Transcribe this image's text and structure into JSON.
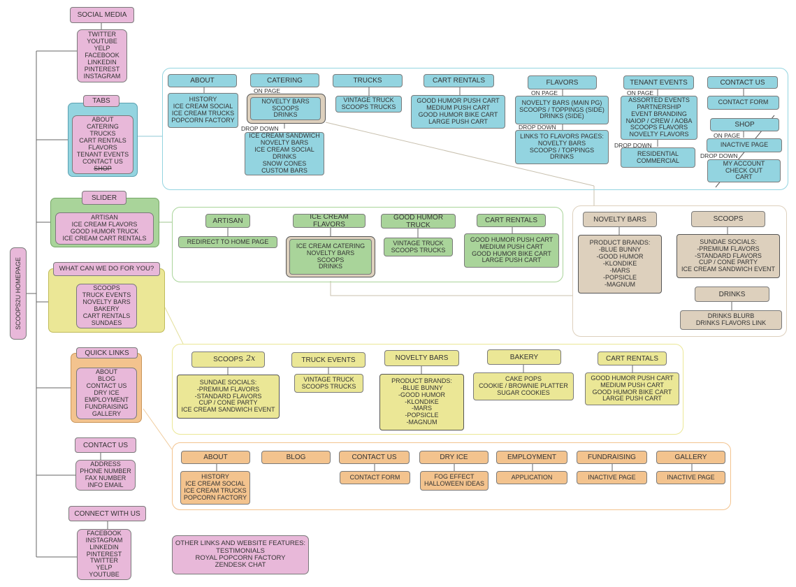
{
  "root": {
    "title": "SCOOPS2U HOMEPAGE"
  },
  "labels": {
    "on_page": "ON PAGE",
    "drop_down": "DROP DOWN"
  },
  "left": {
    "social_media": {
      "title": "SOCIAL MEDIA",
      "items": "TWITTER\nYOUTUBE\nYELP\nFACEBOOK\nLINKEDIN\nPINTEREST\nINSTAGRAM"
    },
    "tabs": {
      "title": "TABS",
      "items": [
        "ABOUT",
        "CATERING",
        "TRUCKS",
        "CART RENTALS",
        "FLAVORS",
        "TENANT EVENTS",
        "CONTACT US",
        "SHOP"
      ]
    },
    "slider": {
      "title": "SLIDER",
      "items": "ARTISAN\nICE CREAM FLAVORS\nGOOD HUMOR TRUCK\nICE CREAM CART RENTALS"
    },
    "what_can_we_do": {
      "title": "WHAT CAN WE DO FOR YOU?",
      "items": "SCOOPS\nTRUCK EVENTS\nNOVELTY BARS\nBAKERY\nCART RENTALS\nSUNDAES"
    },
    "quick_links": {
      "title": "QUICK LINKS",
      "items": "ABOUT\nBLOG\nCONTACT US\nDRY ICE\nEMPLOYMENT\nFUNDRAISING\nGALLERY"
    },
    "contact_us": {
      "title": "CONTACT US",
      "items": "ADDRESS\nPHONE NUMBER\nFAX NUMBER\nINFO EMAIL"
    },
    "connect_with_us": {
      "title": "CONNECT WITH US",
      "items": "FACEBOOK\nINSTAGRAM\nLINKEDIN\nPINTEREST\nTWITTER\nYELP\nYOUTUBE"
    }
  },
  "tabs_section": {
    "about": {
      "title": "ABOUT",
      "items": "HISTORY\nICE CREAM SOCIAL\nICE CREAM TRUCKS\nPOPCORN FACTORY"
    },
    "catering": {
      "title": "CATERING",
      "on_page": "NOVELTY BARS\nSCOOPS\nDRINKS",
      "drop_down": "ICE CREAM SANDWICH\nNOVELTY BARS\nICE CREAM SOCIAL\nDRINKS\nSNOW CONES\nCUSTOM BARS"
    },
    "trucks": {
      "title": "TRUCKS",
      "items": "VINTAGE TRUCK\nSCOOPS TRUCKS"
    },
    "cart_rentals": {
      "title": "CART RENTALS",
      "items": "GOOD HUMOR PUSH CART\nMEDIUM PUSH CART\nGOOD HUMOR BIKE CART\nLARGE PUSH CART"
    },
    "flavors": {
      "title": "FLAVORS",
      "on_page": "NOVELTY BARS (MAIN PG)\nSCOOPS / TOPPINGS (SIDE)\nDRINKS (SIDE)",
      "drop_down": "LINKS TO FLAVORS PAGES:\nNOVELTY BARS\nSCOOPS / TOPPINGS\nDRINKS"
    },
    "tenant_events": {
      "title": "TENANT EVENTS",
      "on_page": "ASSORTED EVENTS\nPARTNERSHIP\nEVENT BRANDING\nNAIOP / CREW / AOBA\nSCOOPS FLAVORS\nNOVELTY FLAVORS",
      "drop_down": "RESIDENTIAL\nCOMMERCIAL"
    },
    "contact_us": {
      "title": "CONTACT US",
      "items": "CONTACT FORM"
    },
    "shop": {
      "title": "SHOP",
      "on_page": "INACTIVE PAGE",
      "drop_down": "MY ACCOUNT\nCHECK OUT\nCART"
    }
  },
  "slider_section": {
    "artisan": {
      "title": "ARTISAN",
      "items": "REDIRECT TO HOME PAGE"
    },
    "ice_cream_flavors": {
      "title": "ICE CREAM FLAVORS",
      "items": "ICE CREAM CATERING\nNOVELTY BARS\nSCOOPS\nDRINKS"
    },
    "good_humor_truck": {
      "title": "GOOD HUMOR TRUCK",
      "items": "VINTAGE TRUCK\nSCOOPS TRUCKS"
    },
    "cart_rentals": {
      "title": "CART RENTALS",
      "items": "GOOD HUMOR PUSH CART\nMEDIUM PUSH CART\nGOOD HUMOR BIKE CART\nLARGE PUSH CART"
    }
  },
  "flavors_section": {
    "novelty_bars": {
      "title": "NOVELTY BARS",
      "items": "PRODUCT BRANDS:\n-BLUE BUNNY\n-GOOD HUMOR\n-KLONDIKE\n-MARS\n-POPSICLE\n-MAGNUM"
    },
    "scoops": {
      "title": "SCOOPS",
      "items": "SUNDAE SOCIALS:\n-PREMIUM FLAVORS\n-STANDARD FLAVORS\nCUP / CONE PARTY\nICE CREAM SANDWICH EVENT"
    },
    "drinks": {
      "title": "DRINKS",
      "items": "DRINKS BLURB\nDRINKS FLAVORS LINK"
    }
  },
  "what_section": {
    "scoops": {
      "title": "SCOOPS",
      "note": "2x",
      "items": "SUNDAE SOCIALS:\n-PREMIUM FLAVORS\n-STANDARD FLAVORS\nCUP / CONE PARTY\nICE CREAM SANDWICH EVENT"
    },
    "truck_events": {
      "title": "TRUCK EVENTS",
      "items": "VINTAGE TRUCK\nSCOOPS TRUCKS"
    },
    "novelty_bars": {
      "title": "NOVELTY BARS",
      "items": "PRODUCT BRANDS:\n-BLUE BUNNY\n-GOOD HUMOR\n-KLONDIKE\n-MARS\n-POPSICLE\n-MAGNUM"
    },
    "bakery": {
      "title": "BAKERY",
      "items": "CAKE POPS\nCOOKIE / BROWNIE PLATTER\nSUGAR COOKIES"
    },
    "cart_rentals": {
      "title": "CART RENTALS",
      "items": "GOOD HUMOR PUSH CART\nMEDIUM PUSH CART\nGOOD HUMOR BIKE CART\nLARGE PUSH CART"
    }
  },
  "quick_section": {
    "about": {
      "title": "ABOUT",
      "items": "HISTORY\nICE CREAM SOCIAL\nICE CREAM TRUCKS\nPOPCORN FACTORY"
    },
    "blog": {
      "title": "BLOG"
    },
    "contact_us": {
      "title": "CONTACT US",
      "items": "CONTACT FORM"
    },
    "dry_ice": {
      "title": "DRY ICE",
      "items": "FOG EFFECT\nHALLOWEEN IDEAS"
    },
    "employment": {
      "title": "EMPLOYMENT",
      "items": "APPLICATION"
    },
    "fundraising": {
      "title": "FUNDRAISING",
      "items": "INACTIVE PAGE"
    },
    "gallery": {
      "title": "GALLERY",
      "items": "INACTIVE PAGE"
    }
  },
  "other": {
    "text": "OTHER LINKS AND WEBSITE FEATURES:\nTESTIMONIALS\nROYAL POPCORN FACTORY\nZENDESK CHAT"
  },
  "colors": {
    "pink": "#e8b8d9",
    "teal": "#93d4e0",
    "green": "#a9d49a",
    "yellow": "#ebe796",
    "orange": "#f3c38e",
    "beige": "#ddd0bd"
  }
}
